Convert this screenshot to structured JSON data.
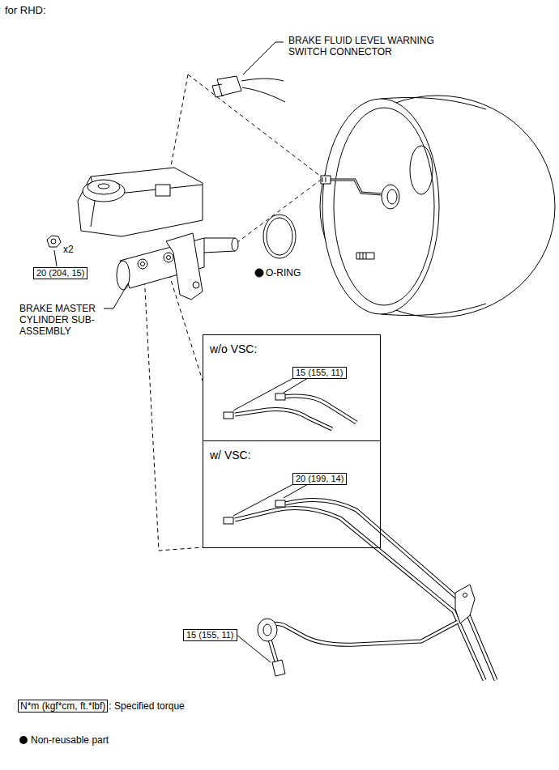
{
  "diagram": {
    "title": "for RHD:",
    "nodes": [
      {
        "text": [
          "20 (204, 15)"
        ]
      },
      {
        "text": [
          "w/o VSC:"
        ]
      },
      {
        "text": [
          "15 (155, 11)"
        ],
        "in": 1
      },
      {
        "text": [
          "w/ VSC:"
        ]
      },
      {
        "text": [
          "20 (199, 14)"
        ],
        "in": 3
      },
      {
        "text": [
          "15 (155, 11)"
        ]
      },
      {
        "text": [
          "N*m (kgf*cm, ft.*lbf)"
        ]
      }
    ],
    "labels": [
      "BRAKE FLUID LEVEL WARNING SWITCH CONNECTOR",
      "x2",
      "BRAKE MASTER CYLINDER SUB-ASSEMBLY",
      "O-RING",
      ": Specified torque"
    ],
    "legend": [
      {
        "text": "Non-reusable part"
      }
    ]
  }
}
